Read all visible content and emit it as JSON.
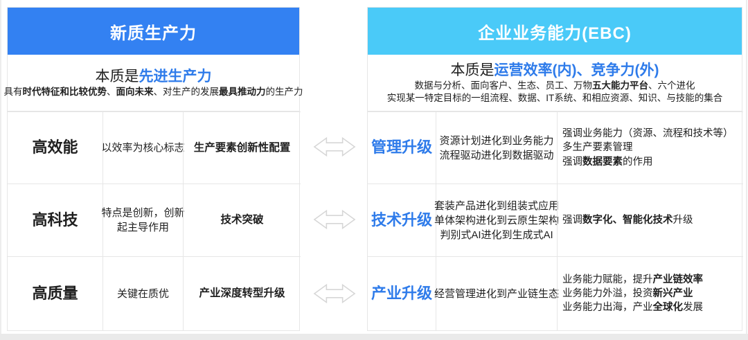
{
  "colors": {
    "left_header_bg": "#3381F2",
    "right_header_bg": "#4ACAF8",
    "accent_blue": "#2E7BEA",
    "grid_line": "#E6E6E6",
    "arrow_stroke": "#D6D6D6",
    "text": "#1F1F1F"
  },
  "left_panel": {
    "title": "新质生产力",
    "intro_title": [
      [
        {
          "t": "本质是"
        },
        {
          "t": "先进生产力",
          "b": true,
          "c": "#2E7BEA"
        }
      ]
    ],
    "intro_sub": [
      [
        {
          "t": "具有"
        },
        {
          "t": "时代特征和比较优势",
          "b": true
        },
        {
          "t": "、"
        },
        {
          "t": "面向未来",
          "b": true
        },
        {
          "t": "、对生产的发展"
        },
        {
          "t": "最具推动力",
          "b": true
        },
        {
          "t": "的生产力"
        }
      ]
    ],
    "rows": [
      {
        "label": "高效能",
        "desc": [
          [
            {
              "t": "以效率为核心标志"
            }
          ]
        ],
        "result": [
          [
            {
              "t": "生产要素创新性配置",
              "b": true
            }
          ]
        ]
      },
      {
        "label": "高科技",
        "desc": [
          [
            {
              "t": "特点是创新，创新"
            }
          ],
          [
            {
              "t": "起主导作用"
            }
          ]
        ],
        "result": [
          [
            {
              "t": "技术突破",
              "b": true
            }
          ]
        ]
      },
      {
        "label": "高质量",
        "desc": [
          [
            {
              "t": "关键在质优"
            }
          ]
        ],
        "result": [
          [
            {
              "t": "产业深度转型升级",
              "b": true
            }
          ]
        ]
      }
    ]
  },
  "right_panel": {
    "title": "企业业务能力(EBC)",
    "intro_title": [
      [
        {
          "t": "本质是"
        },
        {
          "t": "运营效率(内)、竞争力(外)",
          "b": true,
          "c": "#2E7BEA"
        }
      ]
    ],
    "intro_sub": [
      [
        {
          "t": "数据与分析、面向客户、生态、员工、万物"
        },
        {
          "t": "五大能力平台",
          "b": true
        },
        {
          "t": "、六个进化"
        }
      ],
      [
        {
          "t": "实现某一特定目标的一组流程、数据、IT系统、和相应资源、知识、与技能的集合"
        }
      ]
    ],
    "rows": [
      {
        "label": "管理升级",
        "evolution": [
          [
            {
              "t": "资源计划进化到业务能力"
            }
          ],
          [
            {
              "t": "流程驱动进化到数据驱动"
            }
          ]
        ],
        "emphasis": [
          [
            {
              "t": "强调业务能力（资源、流程和技术等）"
            }
          ],
          [
            {
              "t": "多生产要素管理"
            }
          ],
          [
            {
              "t": "强调"
            },
            {
              "t": "数据要素",
              "b": true
            },
            {
              "t": "的作用"
            }
          ]
        ]
      },
      {
        "label": "技术升级",
        "evolution": [
          [
            {
              "t": "套装产品进化到组装式应用"
            }
          ],
          [
            {
              "t": "单体架构进化到云原生架构"
            }
          ],
          [
            {
              "t": "判别式AI进化到生成式AI"
            }
          ]
        ],
        "emphasis": [
          [
            {
              "t": "强调"
            },
            {
              "t": "数字化、智能化技术",
              "b": true
            },
            {
              "t": "升级"
            }
          ]
        ]
      },
      {
        "label": "产业升级",
        "evolution": [
          [
            {
              "t": "经营管理进化到产业链生态"
            }
          ]
        ],
        "emphasis": [
          [
            {
              "t": "业务能力赋能，提升"
            },
            {
              "t": "产业链效率",
              "b": true
            }
          ],
          [
            {
              "t": "业务能力外溢，投资"
            },
            {
              "t": "新兴产业",
              "b": true
            }
          ],
          [
            {
              "t": "业务能力出海，产业"
            },
            {
              "t": "全球化",
              "b": true
            },
            {
              "t": "发展"
            }
          ]
        ]
      }
    ]
  }
}
